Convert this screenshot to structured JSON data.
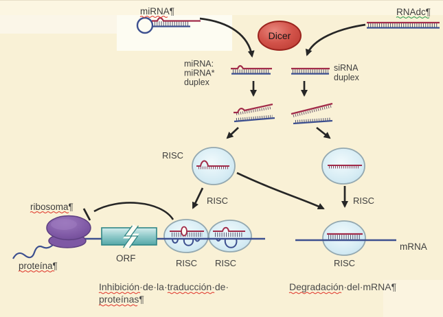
{
  "labels": {
    "mirna": "miRNA¶",
    "rnadc": "RNAdc¶",
    "dicer": "Dicer",
    "mirna_duplex_1": "miRNA:",
    "mirna_duplex_2": "miRNA*",
    "mirna_duplex_3": "duplex",
    "sirna_duplex_1": "siRNA",
    "sirna_duplex_2": "duplex",
    "risc_mid": "RISC",
    "risc_mid_arrow": "RISC",
    "risc_right_arrow": "RISC",
    "risc_bottom_left_1": "RISC",
    "risc_bottom_left_2": "RISC",
    "risc_bottom_right": "RISC",
    "ribosoma": "ribosoma¶",
    "proteina": "proteína¶",
    "orf": "ORF",
    "mrna": "mRNA",
    "caption_inhibition_line1": "Inhibición·de·la·traducción·de·",
    "caption_inhibition_line2": "proteínas¶",
    "caption_degradation": "Degradación·del·mRNA¶"
  },
  "colors": {
    "background": "#f9f1d6",
    "strand_red": "#a12b49",
    "strand_blue": "#3c4f8f",
    "dicer_red": "#cc453c",
    "risc_fill": "#d6ecf4",
    "ribosome_purple": "#7e58a4",
    "orf_teal": "#7fc0c0",
    "arrow_black": "#262626",
    "spellcheck_red": "#e03a2e",
    "grammar_green": "#2e9e50"
  }
}
